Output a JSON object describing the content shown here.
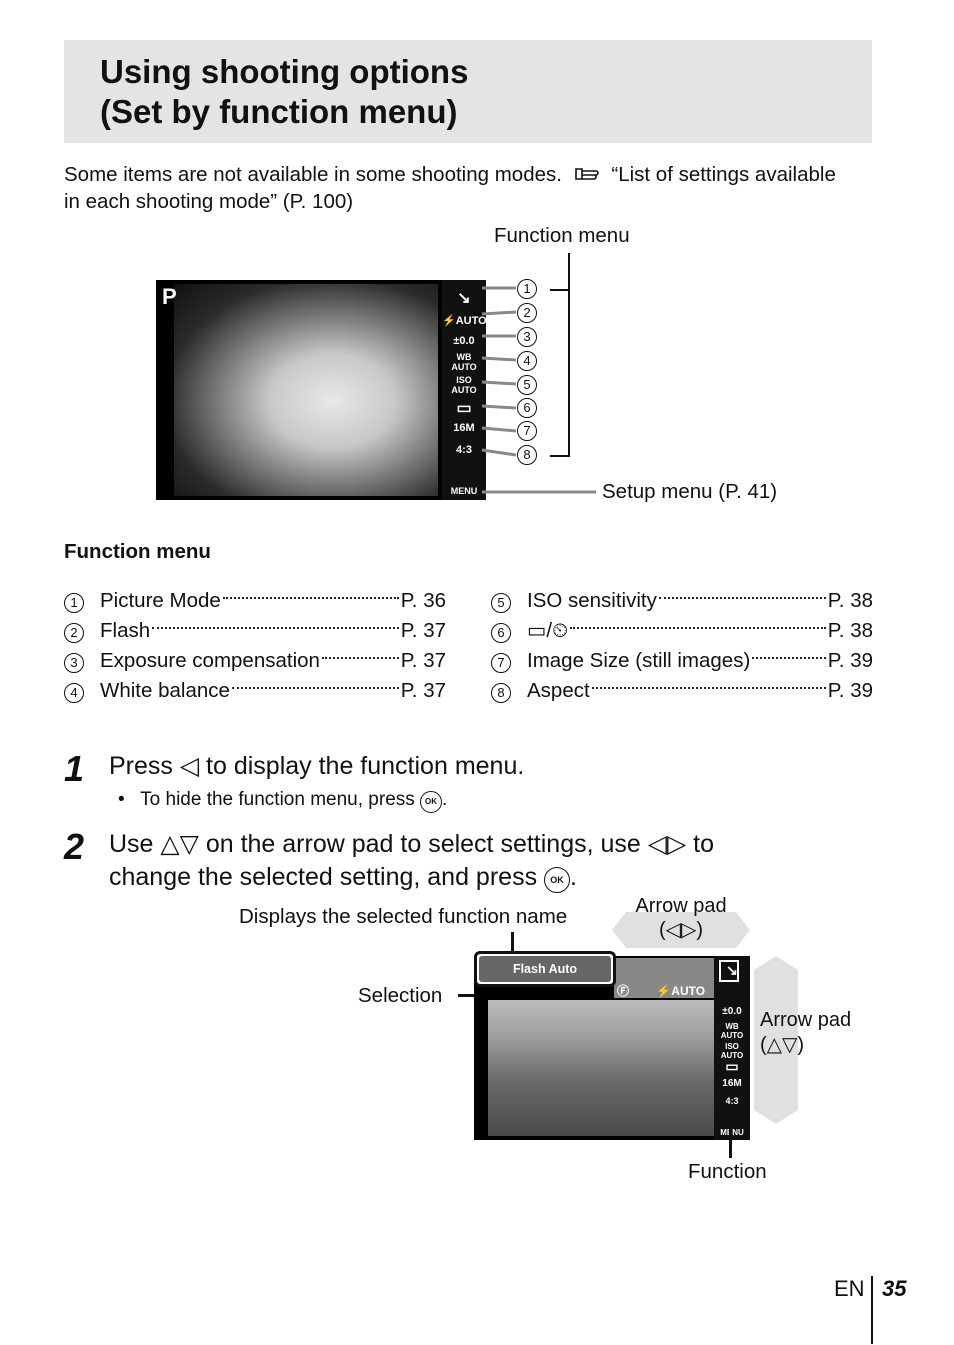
{
  "title": "Using shooting options\n(Set by function menu)",
  "intro": {
    "text_before": "Some items are not available in some shooting modes.",
    "ref_icon": "reference-hand-icon",
    "text_after": "“List of settings available in each shooting mode” (P. 100)"
  },
  "diagram1": {
    "label_function_menu": "Function menu",
    "label_setup_menu": "Setup menu (P. 41)",
    "mode_letter": "P",
    "screen_icons": [
      "↘",
      "⚡AUTO",
      "±0.0",
      "WB AUTO",
      "ISO AUTO",
      "▭",
      "16M",
      "4:3"
    ],
    "menu_label": "MENU",
    "callout_numbers": [
      "1",
      "2",
      "3",
      "4",
      "5",
      "6",
      "7",
      "8"
    ]
  },
  "function_menu": {
    "heading": "Function menu",
    "left": [
      {
        "num": "1",
        "label": "Picture Mode",
        "page": "P. 36"
      },
      {
        "num": "2",
        "label": "Flash",
        "page": "P. 37"
      },
      {
        "num": "3",
        "label": "Exposure compensation",
        "page": "P. 37"
      },
      {
        "num": "4",
        "label": "White balance",
        "page": "P. 37"
      }
    ],
    "right": [
      {
        "num": "5",
        "label": "ISO sensitivity",
        "page": "P. 38"
      },
      {
        "num": "6",
        "label": "▭/⏲",
        "page": "P. 38"
      },
      {
        "num": "7",
        "label": "Image Size (still images)",
        "page": "P. 39"
      },
      {
        "num": "8",
        "label": "Aspect",
        "page": "P. 39"
      }
    ]
  },
  "step1": {
    "number": "1",
    "text_a": "Press",
    "arrow": "◁",
    "text_b": "to display the function menu.",
    "bullet": "To hide the function menu, press",
    "bullet_end": "."
  },
  "step2": {
    "number": "2",
    "line1_a": "Use",
    "arrows_ud": "△▽",
    "line1_b": "on the arrow pad to select settings, use",
    "arrows_lr": "◁▷",
    "line1_c": "to",
    "line2_a": "change the selected setting, and press",
    "line2_b": "."
  },
  "ok_label": "OK",
  "diagram2": {
    "label_displays": "Displays the selected function name",
    "label_arrow_lr": "Arrow pad",
    "label_arrow_lr_sym": "(◁▷)",
    "label_selection": "Selection",
    "label_arrow_ud": "Arrow pad",
    "label_arrow_ud_sym": "(△▽)",
    "label_function": "Function",
    "flash_auto": "Flash Auto",
    "screen_icons": [
      "↘",
      "±0.0",
      "WB AUTO",
      "ISO AUTO",
      "▭",
      "16M",
      "4:3"
    ],
    "top_row_icons": [
      "Ⓕ",
      "⚡AUTO",
      "◉",
      "⚡"
    ],
    "menu_label": "MENU"
  },
  "footer": {
    "lang": "EN",
    "page": "35"
  }
}
